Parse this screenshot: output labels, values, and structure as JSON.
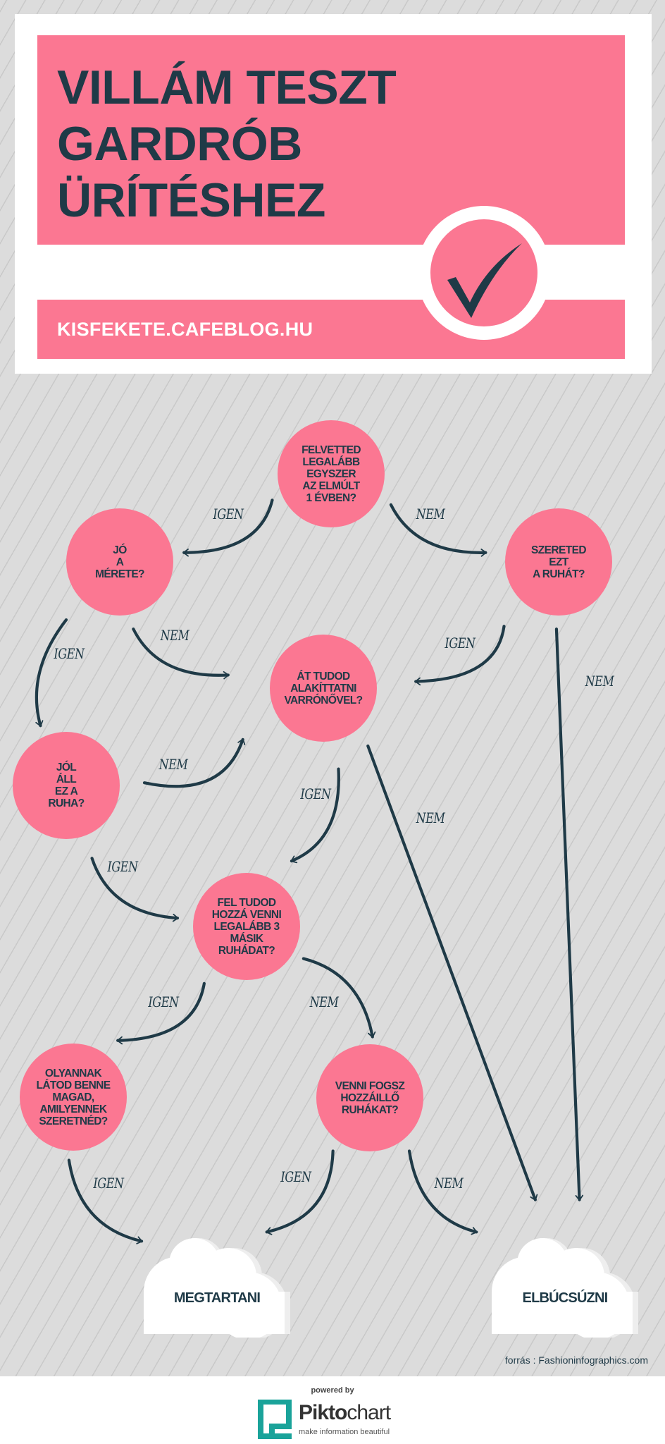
{
  "header": {
    "title_lines": [
      "VILLÁM TESZT",
      "GARDRÓB",
      "ÜRÍTÉSHEZ"
    ],
    "url": "KISFEKETE.CAFEBLOG.HU",
    "icon": "checkmark-icon"
  },
  "colors": {
    "pink": "#fb7792",
    "navy": "#1f3a47",
    "background": "#dcdcdc"
  },
  "questions": {
    "q1": "FELVETTED\nLEGALÁBB\nEGYSZER\nAZ ELMÚLT\n1 ÉVBEN?",
    "q2": "JÓ\nA\nMÉRETE?",
    "q3": "SZERETED\nEZT\nA RUHÁT?",
    "q4": "ÁT TUDOD\nALAKÍTTATNI\nVARRÓNŐVEL?",
    "q5": "JÓL\nÁLL\nEZ A\nRUHA?",
    "q6": "FEL TUDOD\nHOZZÁ VENNI\nLEGALÁBB 3\nMÁSIK\nRUHÁDAT?",
    "q7": "OLYANNAK\nLÁTOD BENNE\nMAGAD,\nAMILYENNEK\nSZERETNÉD?",
    "q8": "VENNI FOGSZ\nHOZZÁILLŐ\nRUHÁKAT?"
  },
  "labels": {
    "yes": "IGEN",
    "no": "NEM"
  },
  "outcomes": {
    "keep": "MEGTARTANI",
    "goodbye": "ELBÚCSÚZNI"
  },
  "source": "forrás : Fashioninfographics.com",
  "footer": {
    "powered_by": "powered by",
    "brand_a": "Pikto",
    "brand_b": "chart",
    "tagline": "make information beautiful"
  }
}
